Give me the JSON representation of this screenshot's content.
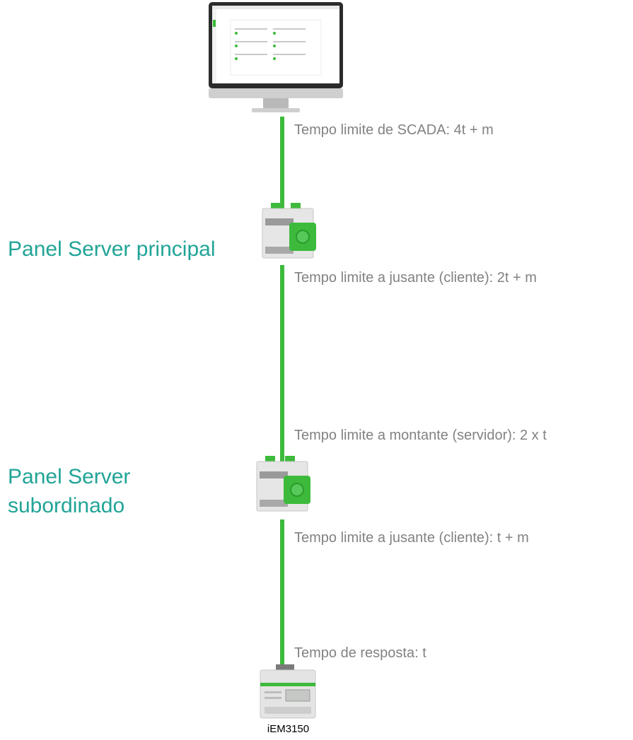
{
  "devices": {
    "primary_label": "Panel Server principal",
    "secondary_label_line1": "Panel Server",
    "secondary_label_line2": "subordinado",
    "meter_name": "iEM3150"
  },
  "timeouts": {
    "scada": "Tempo limite de SCADA: 4t + m",
    "primary_downstream": "Tempo limite a jusante (cliente): 2t + m",
    "secondary_upstream": "Tempo limite a montante (servidor): 2 x t",
    "secondary_downstream": "Tempo limite a jusante (cliente): t + m",
    "response": "Tempo de resposta: t"
  },
  "colors": {
    "link": "#3dba3b",
    "device_label": "#21a497",
    "timeout_text": "#828282"
  }
}
